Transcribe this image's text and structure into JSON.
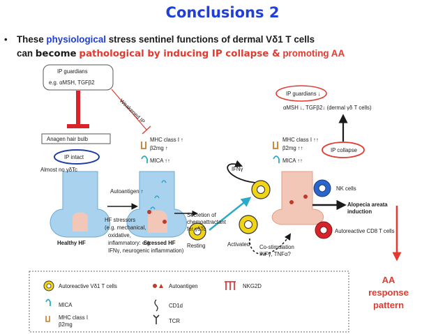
{
  "title": "Conclusions 2",
  "bullet": {
    "marker": "•",
    "p1": "These ",
    "p2": "physiological",
    "p3": " stress sentinel functions of dermal V",
    "p4": "δ1 T cells",
    "p5": "can ",
    "p6": "become",
    "p7": " ",
    "p8": "pathological by inducing IP collapse &",
    "p9": " promoting AA"
  },
  "labels": {
    "ip_guardians": "IP guardians",
    "ip_guardians_eg": "e.g. αMSH, TGFβ2",
    "weakened_ip": "Weakened IP",
    "anagen": "Anagen hair bulb",
    "ip_intact": "IP intact",
    "almost_no": "Almost no γδTc",
    "mhc_up": "MHC class I ↑",
    "b2mg_up": "β2mg ↑",
    "mica_upup": "MICA ↑↑",
    "autoantigen_up": "Autoantigen ↑",
    "hf_stressors": "HF stressors",
    "stress_1": "(e.g. mechanical,",
    "stress_2": "oxidative,",
    "stress_3": "inflammatory: e.g.",
    "stress_4": "IFNγ, neurogenic inflammation)",
    "healthy": "Healthy HF",
    "stressed": "Stressed HF",
    "secretion_1": "Secretion of",
    "secretion_2": "chemoattractant",
    "secretion_3": "for γδTc",
    "resting": "Resting",
    "activated": "Activated",
    "ifng": "IFNγ",
    "ip_guardians_down": "IP guardians ↓",
    "amsh_down": "αMSH ↓, TGFβ2↓ (dermal γδ T cells)",
    "mhc_upup": "MHC class I ↑↑",
    "b2mg_upup": "β2mg ↑↑",
    "mica_upup2": "MICA ↑↑",
    "ip_collapse": "IP collapse",
    "nk_cells": "NK cells",
    "aa_induction_1": "Alopecia areata",
    "aa_induction_2": "induction",
    "cd8": "Autoreactive CD8 T cells",
    "costim_1": "Co-stimulation",
    "costim_2": "INFγ, TNFα?"
  },
  "legend": {
    "vd1": "Autoreactive Vδ1 T cells",
    "mica": "MICA",
    "mhc": "MHC class I",
    "b2mg": "β2mg",
    "autoantigen": "Autoantigen",
    "cd1d": "CD1d",
    "tcr": "TCR",
    "nkg2d": "NKG2D"
  },
  "aa_pattern": [
    "AA",
    "response",
    "pattern"
  ],
  "colors": {
    "title_blue": "#1f3fd6",
    "red": "#e23a2f",
    "follicle_blue": "#a9d2ee",
    "hair_bulb": "#f3c7b7",
    "tcell_yellow": "#f2d417",
    "mica_teal": "#2aa9c9"
  }
}
